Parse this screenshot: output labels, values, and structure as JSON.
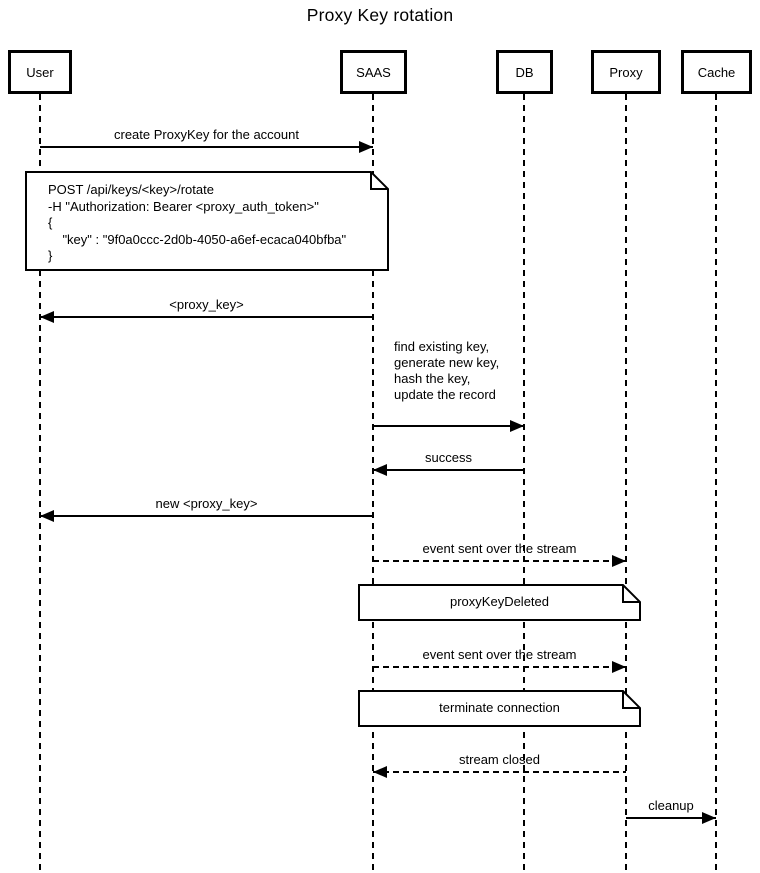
{
  "title": "Proxy Key rotation",
  "participants": [
    {
      "id": "user",
      "label": "User"
    },
    {
      "id": "saas",
      "label": "SAAS"
    },
    {
      "id": "db",
      "label": "DB"
    },
    {
      "id": "proxy",
      "label": "Proxy"
    },
    {
      "id": "cache",
      "label": "Cache"
    }
  ],
  "messages": [
    {
      "from": "User",
      "to": "SAAS",
      "line": "solid",
      "label": "create ProxyKey for the account"
    },
    {
      "from": "SAAS",
      "to": "User",
      "line": "solid",
      "label": "<proxy_key>"
    },
    {
      "from": "SAAS",
      "to": "DB",
      "line": "solid",
      "label": "find existing key,\ngenerate new key,\nhash the key,\nupdate the record"
    },
    {
      "from": "DB",
      "to": "SAAS",
      "line": "solid",
      "label": "success"
    },
    {
      "from": "SAAS",
      "to": "User",
      "line": "solid",
      "label": "new <proxy_key>"
    },
    {
      "from": "SAAS",
      "to": "Proxy",
      "line": "dashed",
      "label": "event sent over the stream"
    },
    {
      "from": "SAAS",
      "to": "Proxy",
      "line": "dashed",
      "label": "event sent over the stream"
    },
    {
      "from": "Proxy",
      "to": "SAAS",
      "line": "dashed",
      "label": "stream closed"
    },
    {
      "from": "Proxy",
      "to": "Cache",
      "line": "solid",
      "label": "cleanup"
    }
  ],
  "notes": [
    {
      "over": "User, SAAS",
      "lines": [
        "POST /api/keys/<key>/rotate",
        "-H \"Authorization: Bearer <proxy_auth_token>\"",
        "{",
        "    \"key\" : \"9f0a0ccc-2d0b-4050-a6ef-ecaca040bfba\"",
        "}"
      ]
    },
    {
      "over": "SAAS, Proxy",
      "text": "proxyKeyDeleted"
    },
    {
      "over": "SAAS, Proxy",
      "text": "terminate connection"
    }
  ],
  "colors": {
    "stroke": "#000000",
    "background": "#ffffff",
    "text": "#000000"
  }
}
